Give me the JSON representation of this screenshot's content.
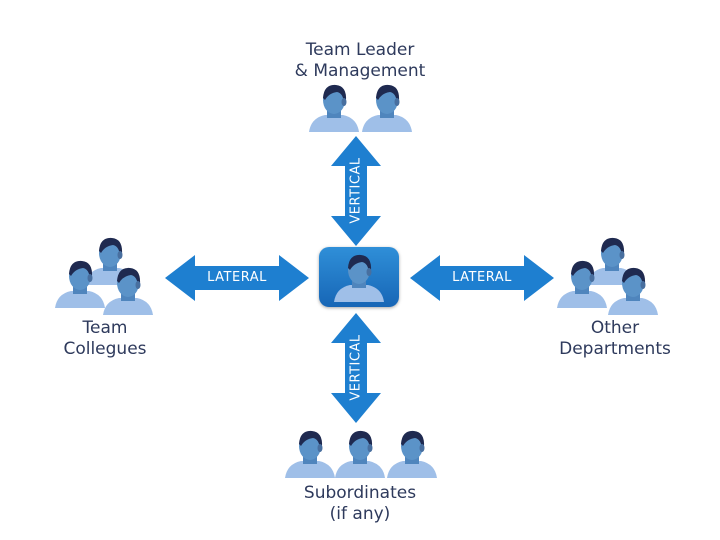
{
  "nodes": {
    "top": {
      "line1": "Team Leader",
      "line2": "& Management"
    },
    "left": {
      "line1": "Team",
      "line2": "Collegues"
    },
    "right": {
      "line1": "Other",
      "line2": "Departments"
    },
    "bottom": {
      "line1": "Subordinates",
      "line2": "(if any)"
    }
  },
  "arrows": {
    "top": "VERTICAL",
    "bottom": "VERTICAL",
    "left": "LATERAL",
    "right": "LATERAL"
  },
  "colors": {
    "arrow": "#1e7fd0",
    "label_text": "#2e3a5c",
    "hair": "#1f2a50",
    "skin": "#5b93c8",
    "shirt": "#9fbfe8"
  }
}
